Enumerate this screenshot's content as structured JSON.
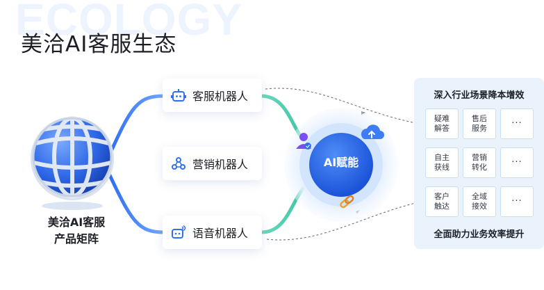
{
  "watermark": "ECOLOGY",
  "title": "美洽AI客服生态",
  "product": {
    "line1": "美洽AI客服",
    "line2": "产品矩阵"
  },
  "robots": [
    {
      "label": "客服机器人",
      "icon": "robot-face-icon"
    },
    {
      "label": "营销机器人",
      "icon": "marketing-network-icon"
    },
    {
      "label": "语音机器人",
      "icon": "voice-robot-icon"
    }
  ],
  "hub": {
    "label": "AI赋能"
  },
  "panel": {
    "top_title": "深入行业场景降本增效",
    "bottom_title": "全面助力业务效率提升",
    "rows": [
      [
        {
          "l1": "疑难",
          "l2": "解答"
        },
        {
          "l1": "售后",
          "l2": "服务"
        },
        {
          "more": "···"
        }
      ],
      [
        {
          "l1": "自主",
          "l2": "获线"
        },
        {
          "l1": "营销",
          "l2": "转化"
        },
        {
          "more": "···"
        }
      ],
      [
        {
          "l1": "客户",
          "l2": "触达"
        },
        {
          "l1": "全域",
          "l2": "接效"
        },
        {
          "more": "···"
        }
      ]
    ]
  },
  "colors": {
    "brand_blue": "#2a6cf0",
    "teal": "#3fc7a8",
    "panel_bg": "#eaf3fc",
    "text": "#1c1f26"
  }
}
